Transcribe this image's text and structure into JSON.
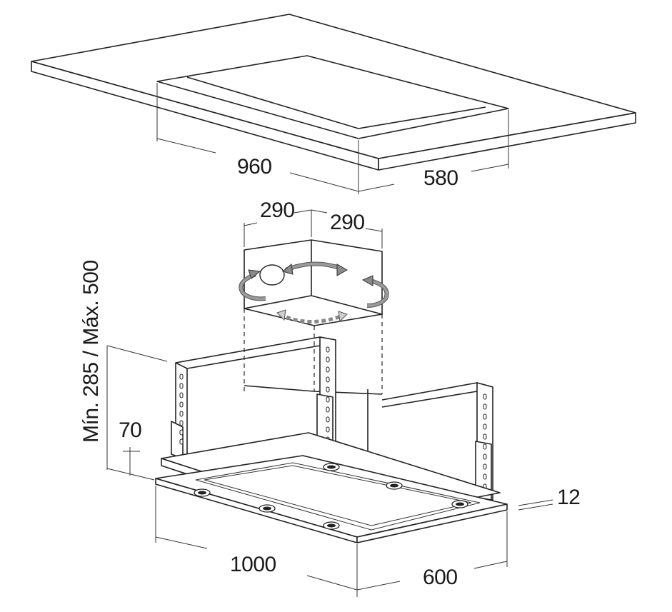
{
  "diagram": {
    "dimensions": {
      "ceiling_cutout_length": "960",
      "ceiling_cutout_width": "580",
      "column_width_a": "290",
      "column_width_b": "290",
      "height_range": "Mín. 285 / Máx. 500",
      "frame_height": "70",
      "panel_thickness": "12",
      "hood_length": "1000",
      "hood_width": "600"
    },
    "colors": {
      "line": "#222222",
      "arrow_fill": "#8a8a8a",
      "arrow_light": "#cfcfcf"
    },
    "icons": [
      "rotation-arrow-icon",
      "light-spot-icon"
    ]
  }
}
